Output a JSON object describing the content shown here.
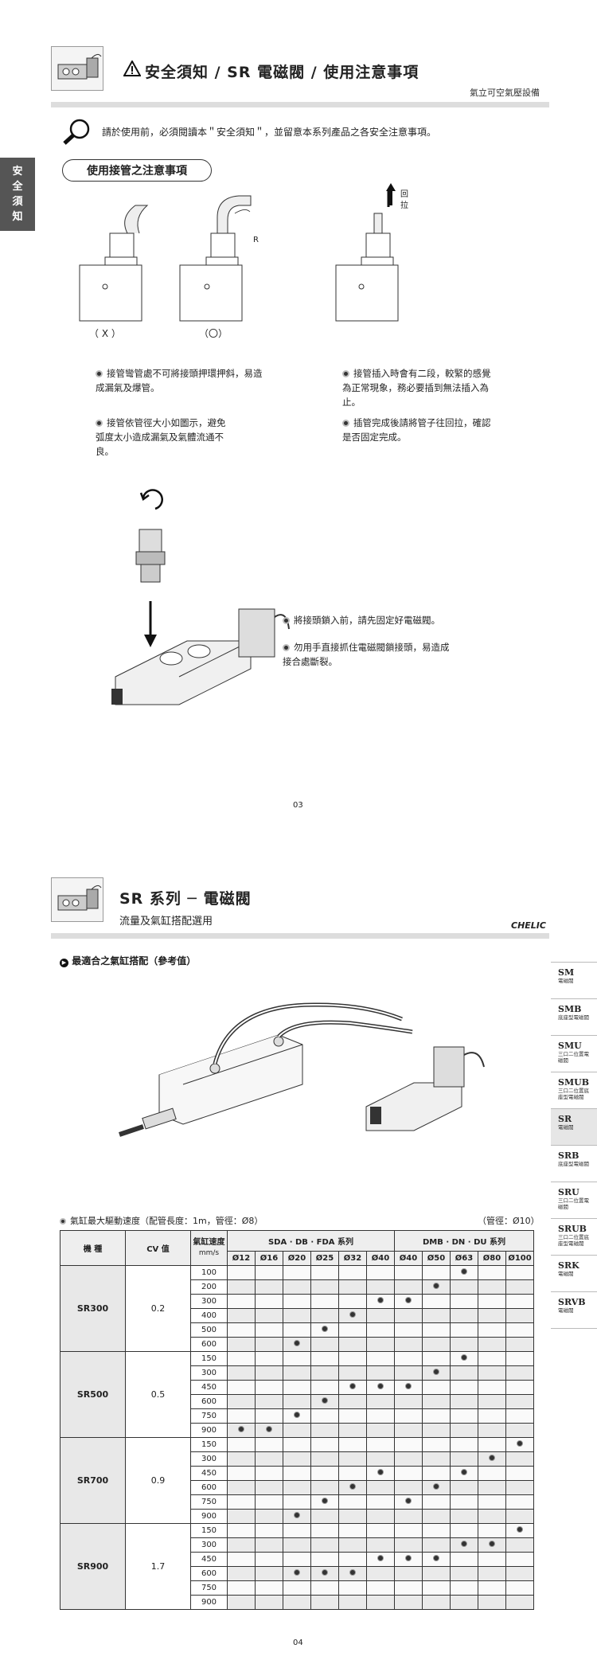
{
  "page1": {
    "title": "安全須知 / SR 電磁閥 / 使用注意事項",
    "subtitle": "氣立可空氣壓設備",
    "side_tab": "安全須知",
    "notice": "請於使用前，必須閱讀本＂安全須知＂，並留意本系列產品之各安全注意事項。",
    "section_pill": "使用接管之注意事項",
    "label_x": "（ X ）",
    "label_o": "（〇）",
    "label_r": "R",
    "label_pull": "回拉",
    "bullets_left": [
      "接管彎管處不可將接頭押環押斜，易造成漏氣及爆管。",
      "接管依管徑大小如圖示，避免弧度太小造成漏氣及氣體流通不良。"
    ],
    "bullets_right": [
      "接管插入時會有二段，較緊的感覺為正常現象，務必要插到無法插入為止。",
      "插管完成後請將管子往回拉，確認是否固定完成。"
    ],
    "bullets_bottom": [
      "將接頭鎖入前，請先固定好電磁閥。",
      "勿用手直接抓住電磁閥鎖接頭，易造成接合處斷裂。"
    ],
    "page_number": "03"
  },
  "page2": {
    "title": "SR 系列 ─ 電磁閥",
    "subtitle": "流量及氣缸搭配選用",
    "brand": "CHELIC",
    "section": "最適合之氣缸搭配（參考值）",
    "table_note": "氣缸最大驅動速度（配管長度：1m，管徑：Ø8）",
    "table_note_right": "（管徑：Ø10）",
    "page_number": "04",
    "nav": [
      {
        "name": "SM",
        "desc": "電磁閥"
      },
      {
        "name": "SMB",
        "desc": "底座型電磁閥"
      },
      {
        "name": "SMU",
        "desc": "三口二位置電磁閥"
      },
      {
        "name": "SMUB",
        "desc": "三口二位置底座型電磁閥"
      },
      {
        "name": "SR",
        "desc": "電磁閥"
      },
      {
        "name": "SRB",
        "desc": "底座型電磁閥"
      },
      {
        "name": "SRU",
        "desc": "三口二位置電磁閥"
      },
      {
        "name": "SRUB",
        "desc": "三口二位置底座型電磁閥"
      },
      {
        "name": "SRK",
        "desc": "電磁閥"
      },
      {
        "name": "SRVB",
        "desc": "電磁閥"
      }
    ],
    "table": {
      "h_model": "機 種",
      "h_cv": "CV 值",
      "h_speed": "氣缸速度",
      "h_unit": "mm/s",
      "h_group1": "SDA · DB · FDA 系列",
      "h_group2": "DMB · DN · DU 系列",
      "bores": [
        "Ø12",
        "Ø16",
        "Ø20",
        "Ø25",
        "Ø32",
        "Ø40",
        "Ø40",
        "Ø50",
        "Ø63",
        "Ø80",
        "Ø100"
      ],
      "groups": [
        {
          "model": "SR300",
          "cv": "0.2",
          "rows": [
            {
              "speed": "100",
              "marks": [
                8
              ]
            },
            {
              "speed": "200",
              "marks": [
                7
              ]
            },
            {
              "speed": "300",
              "marks": [
                5,
                6
              ]
            },
            {
              "speed": "400",
              "marks": [
                4
              ]
            },
            {
              "speed": "500",
              "marks": [
                3
              ]
            },
            {
              "speed": "600",
              "marks": [
                2
              ]
            }
          ]
        },
        {
          "model": "SR500",
          "cv": "0.5",
          "rows": [
            {
              "speed": "150",
              "marks": [
                8
              ]
            },
            {
              "speed": "300",
              "marks": [
                7
              ]
            },
            {
              "speed": "450",
              "marks": [
                4,
                5,
                6
              ]
            },
            {
              "speed": "600",
              "marks": [
                3
              ]
            },
            {
              "speed": "750",
              "marks": [
                2
              ]
            },
            {
              "speed": "900",
              "marks": [
                0,
                1
              ]
            }
          ]
        },
        {
          "model": "SR700",
          "cv": "0.9",
          "rows": [
            {
              "speed": "150",
              "marks": [
                10
              ]
            },
            {
              "speed": "300",
              "marks": [
                9
              ]
            },
            {
              "speed": "450",
              "marks": [
                5,
                8
              ]
            },
            {
              "speed": "600",
              "marks": [
                4,
                7
              ]
            },
            {
              "speed": "750",
              "marks": [
                3,
                6
              ]
            },
            {
              "speed": "900",
              "marks": [
                2
              ]
            }
          ]
        },
        {
          "model": "SR900",
          "cv": "1.7",
          "rows": [
            {
              "speed": "150",
              "marks": [
                10
              ]
            },
            {
              "speed": "300",
              "marks": [
                8,
                9
              ]
            },
            {
              "speed": "450",
              "marks": [
                5,
                6,
                7
              ]
            },
            {
              "speed": "600",
              "marks": [
                2,
                3,
                4
              ]
            },
            {
              "speed": "750",
              "marks": []
            },
            {
              "speed": "900",
              "marks": []
            }
          ]
        }
      ]
    }
  }
}
